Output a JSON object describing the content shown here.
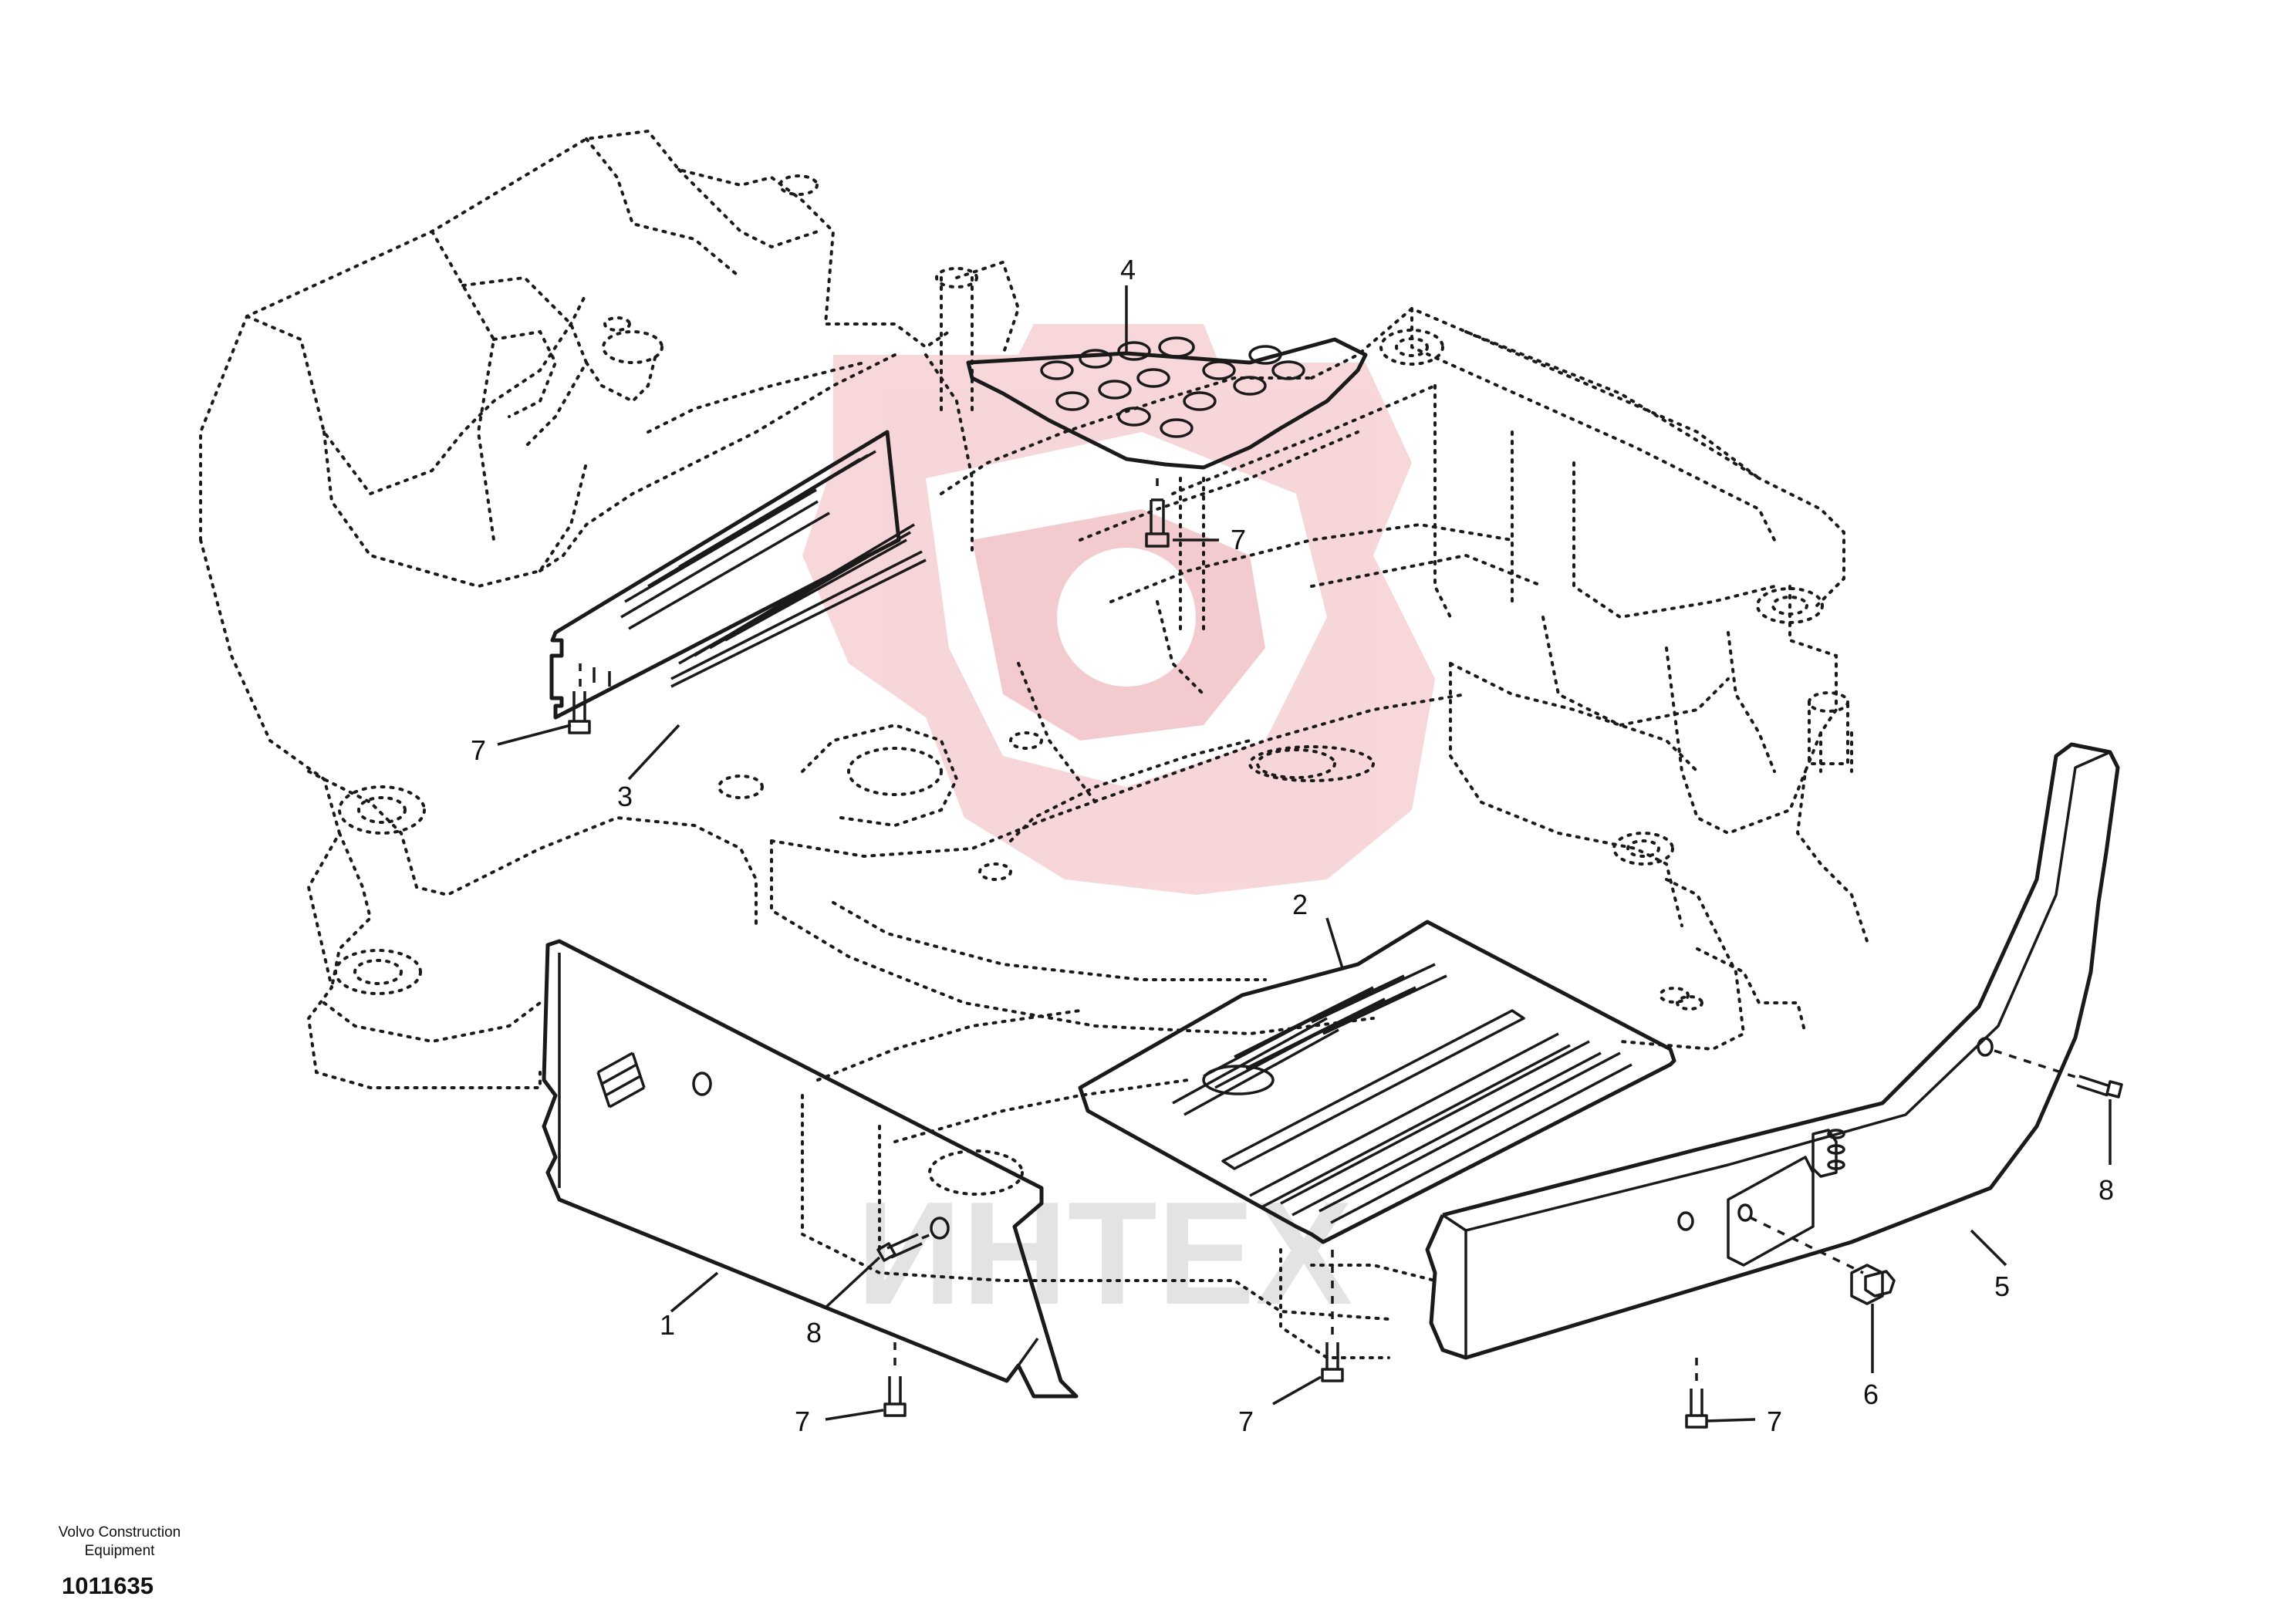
{
  "diagram": {
    "callouts": {
      "c1": "1",
      "c2": "2",
      "c3": "3",
      "c4": "4",
      "c5": "5",
      "c6": "6",
      "c7": "7",
      "c8": "8"
    },
    "watermark": "ИНТЕХ"
  },
  "footer": {
    "brand_line1": "Volvo Construction",
    "brand_line2": "Equipment",
    "drawing_number": "1011635"
  },
  "colors": {
    "line": "#1a1a1a",
    "watermark_red": "#e8a3a8",
    "watermark_gray": "#d4d4d4"
  }
}
